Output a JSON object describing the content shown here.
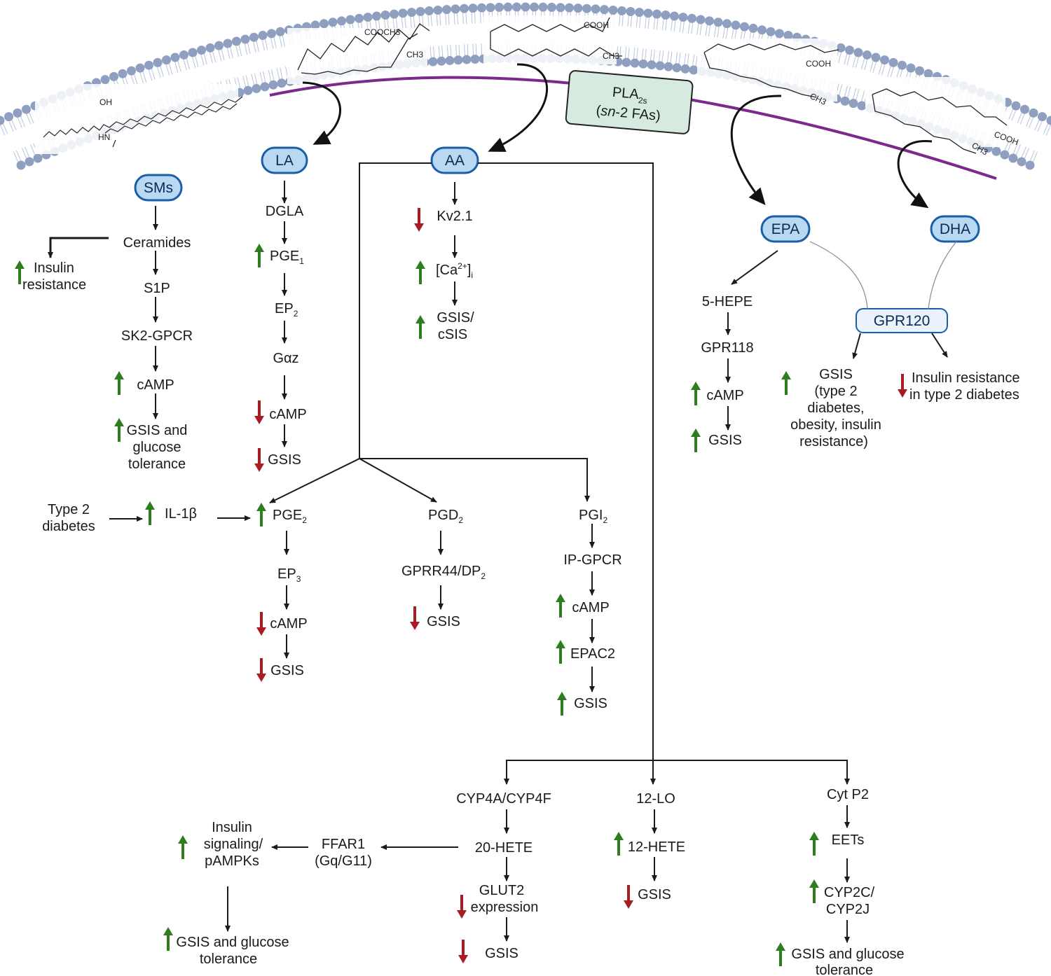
{
  "pills": {
    "sms": "SMs",
    "la": "LA",
    "aa": "AA",
    "epa": "EPA",
    "dha": "DHA",
    "gpr120": "GPR120"
  },
  "pla2": {
    "line1": "PLA",
    "line1_sub": "2s",
    "line2_pre": "(",
    "line2_italic": "sn",
    "line2_post": "-2 FAs)"
  },
  "molecule_labels": {
    "m1_acid": "COOCH3",
    "m1_ch3": "CH3",
    "m2_acid": "COOH",
    "m2_ch3": "CH3",
    "m3_acid": "COOH",
    "m3_ch3": "CH3",
    "m4_acid": "COOH",
    "m4_ch3": "CH3",
    "sph_oh": "OH",
    "sph_hn": "HN"
  },
  "sms_path": {
    "ceramides": "Ceramides",
    "insulin_resistance": [
      "Insulin",
      "resistance"
    ],
    "s1p": "S1P",
    "sk2": "SK2-GPCR",
    "camp": "cAMP",
    "outcome": [
      "GSIS and",
      "glucose",
      "tolerance"
    ]
  },
  "la_path": {
    "dgla": "DGLA",
    "pge1": "PGE",
    "pge1_sub": "1",
    "ep2": "EP",
    "ep2_sub": "2",
    "gaz": "Gαz",
    "camp": "cAMP",
    "gsis": "GSIS"
  },
  "aa_direct": {
    "kv": "Kv2.1",
    "ca_pre": "[Ca",
    "ca_sup": "2+",
    "ca_post": "]",
    "ca_sub": "i",
    "gsis": [
      "GSIS/",
      "cSIS"
    ]
  },
  "pg_branch": {
    "type2": [
      "Type 2",
      "diabetes"
    ],
    "il1b": "IL-1β",
    "pge2": "PGE",
    "pge2_sub": "2",
    "ep3": "EP",
    "ep3_sub": "3",
    "camp": "cAMP",
    "gsis": "GSIS",
    "pgd2": "PGD",
    "pgd2_sub": "2",
    "gprr44": "GPRR44/DP",
    "gprr44_sub": "2",
    "pgd_gsis": "GSIS",
    "pgi2": "PGI",
    "pgi2_sub": "2",
    "ipgpcr": "IP-GPCR",
    "pgi_camp": "cAMP",
    "epac2": "EPAC2",
    "pgi_gsis": "GSIS"
  },
  "epa_path": {
    "hepe": "5-HEPE",
    "gpr118": "GPR118",
    "camp": "cAMP",
    "gsis": "GSIS"
  },
  "gpr120_out": {
    "left": [
      "GSIS",
      "(type 2",
      "diabetes,",
      "obesity, insulin",
      "resistance)"
    ],
    "right": [
      "Insulin resistance",
      "in  type 2 diabetes"
    ]
  },
  "bottom": {
    "cyp4": "CYP4A/CYP4F",
    "hete20": "20-HETE",
    "glut2": [
      "GLUT2",
      "expression"
    ],
    "cyp_gsis": "GSIS",
    "ffar1": [
      "FFAR1",
      "(Gq/G11)"
    ],
    "insulin_sig": [
      "Insulin",
      "signaling/",
      "pAMPKs"
    ],
    "ffar_out": [
      "GSIS and glucose",
      "tolerance"
    ],
    "lo12": "12-LO",
    "hete12": "12-HETE",
    "lo_gsis": "GSIS",
    "cytp2": "Cyt P2",
    "eets": "EETs",
    "cyp2c": [
      "CYP2C/",
      "CYP2J"
    ],
    "cyt_out": [
      "GSIS and glucose",
      "tolerance"
    ]
  },
  "colors": {
    "pill_fill": "#b9d9f2",
    "pill_stroke": "#1a5ea8",
    "up_arrow": "#2e7d1f",
    "down_arrow": "#a81c24",
    "pla2_fill": "#d6eae0",
    "enzyme_line": "#7b2a8c",
    "lipid_head": "#8e9fbf"
  }
}
